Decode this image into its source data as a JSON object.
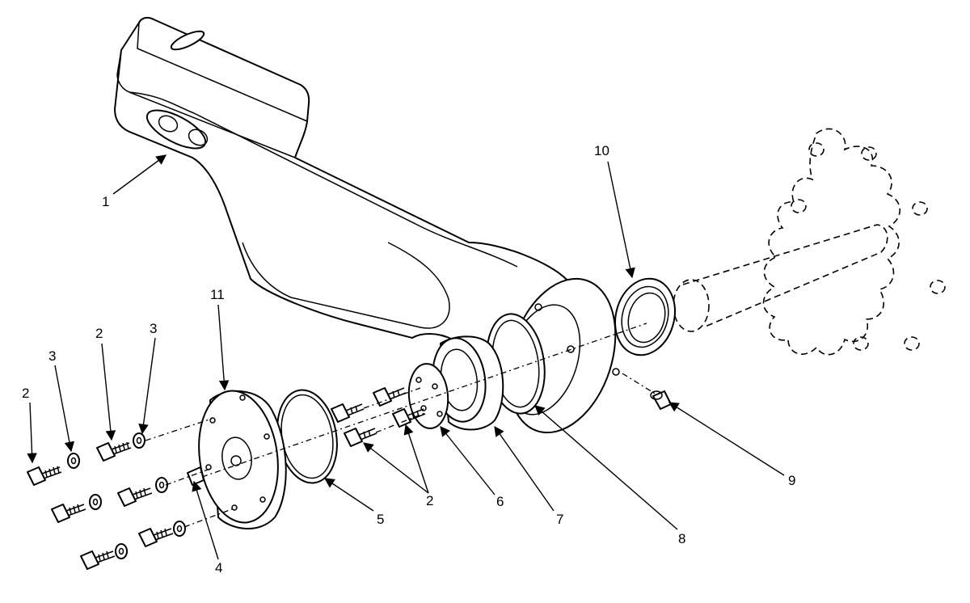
{
  "callouts": {
    "c1": "1",
    "c2a": "2",
    "c2b": "2",
    "c2c": "2",
    "c3a": "3",
    "c3b": "3",
    "c4": "4",
    "c5": "5",
    "c6": "6",
    "c7": "7",
    "c8": "8",
    "c9": "9",
    "c10": "10",
    "c11": "11"
  }
}
